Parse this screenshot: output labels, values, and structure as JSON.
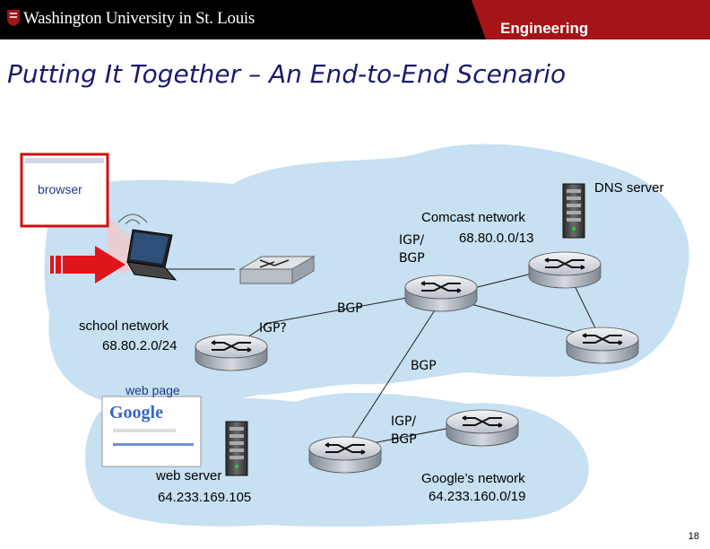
{
  "header": {
    "university": "Washington University in St. Louis",
    "school": "Engineering"
  },
  "slide": {
    "title": "Putting It Together – An End-to-End Scenario",
    "page_number": "18"
  },
  "labels": {
    "browser": "browser",
    "dns_server": "DNS server",
    "comcast_network": "Comcast network",
    "comcast_prefix": "68.80.0.0/13",
    "igp_slash": "IGP/",
    "bgp": "BGP",
    "school_network": "school network",
    "school_prefix": "68.80.2.0/24",
    "igp_q": "IGP?",
    "web_page": "web page",
    "web_server": "web server",
    "web_server_ip": "64.233.169.105",
    "google_network": "Google’s network",
    "google_prefix": "64.233.160.0/19",
    "google_logo": "Google"
  },
  "colors": {
    "cloud": "#c7e0f2",
    "arrow": "#e0141b",
    "title": "#1a1a6e",
    "brand": "#a51417",
    "label_blue": "#1f3a8a"
  }
}
